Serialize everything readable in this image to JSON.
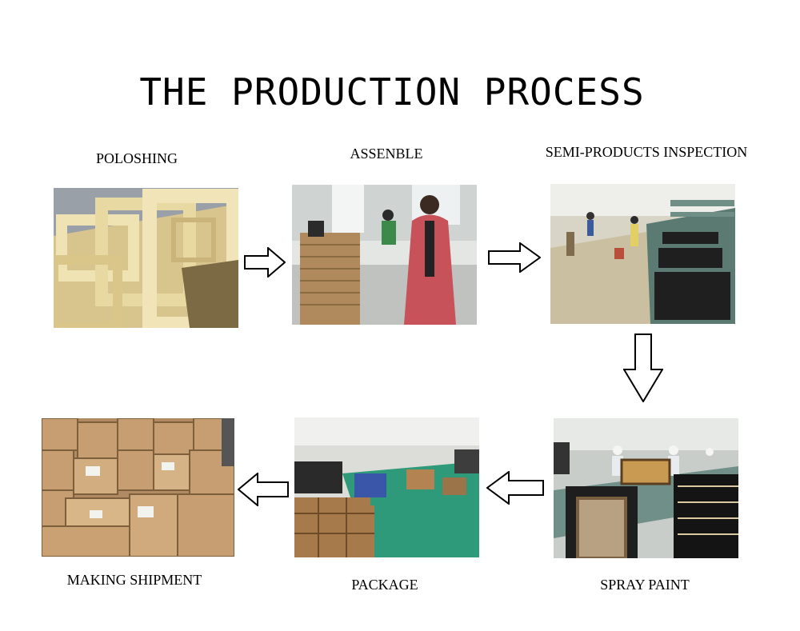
{
  "title": "THE PRODUCTION PROCESS",
  "steps": [
    {
      "label": "POLOSHING",
      "photo": "wooden-frames-photo"
    },
    {
      "label": "ASSENBLE",
      "photo": "assembly-workers-photo"
    },
    {
      "label": "SEMI-PRODUCTS INSPECTION",
      "photo": "inspection-line-photo"
    },
    {
      "label": "SPRAY PAINT",
      "photo": "spray-paint-workshop-photo"
    },
    {
      "label": "PACKAGE",
      "photo": "packaging-warehouse-photo"
    },
    {
      "label": "MAKING SHIPMENT",
      "photo": "cardboard-boxes-photo"
    }
  ],
  "colors": {
    "arrow_stroke": "#000000",
    "arrow_fill": "#ffffff",
    "background": "#ffffff"
  }
}
